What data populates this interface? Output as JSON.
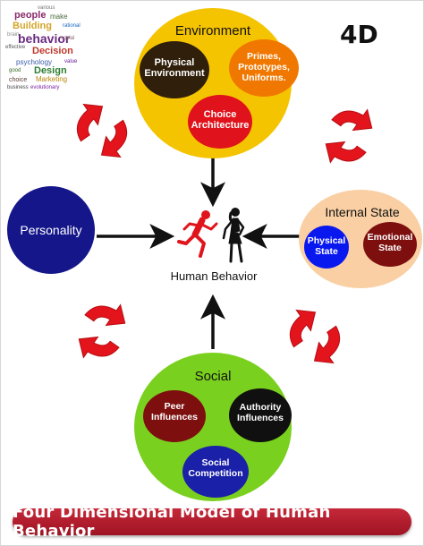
{
  "badge": "4D",
  "center_label": "Human Behavior",
  "environment": {
    "title": "Environment",
    "items": [
      "Physical Environment",
      "Primes, Prototypes, Uniforms.",
      "Choice Architecture"
    ]
  },
  "personality": {
    "title": "Personality"
  },
  "internal_state": {
    "title": "Internal State",
    "items": [
      "Physical State",
      "Emotional State"
    ]
  },
  "social": {
    "title": "Social",
    "items": [
      "Peer Influences",
      "Authority Influences",
      "Social Competition"
    ]
  },
  "banner": "Four Dimensional Model of Human Behavior",
  "word_cloud": [
    "people",
    "Building",
    "behavior",
    "Decision",
    "psychology",
    "Design",
    "choice",
    "Marketing",
    "business",
    "evolutionary",
    "various",
    "make",
    "effective",
    "rational",
    "brain",
    "social",
    "good",
    "value"
  ],
  "colors": {
    "environment_circle": "#f5c400",
    "physical_environment": "#2f1f0b",
    "primes": "#f07800",
    "choice_architecture": "#e0121c",
    "personality_circle": "#15168a",
    "internal_state_circle": "#f9cfa3",
    "physical_state": "#0a18f0",
    "emotional_state": "#7d0f0f",
    "social_circle": "#7ad01e",
    "peer_influences": "#7d0f0f",
    "authority_influences": "#101010",
    "social_competition": "#1a20a8",
    "cycle_arrows": "#e4141c",
    "banner": "#b21c2c"
  },
  "icons": [
    "running-man-icon",
    "standing-woman-icon",
    "cycle-arrows-icon"
  ]
}
